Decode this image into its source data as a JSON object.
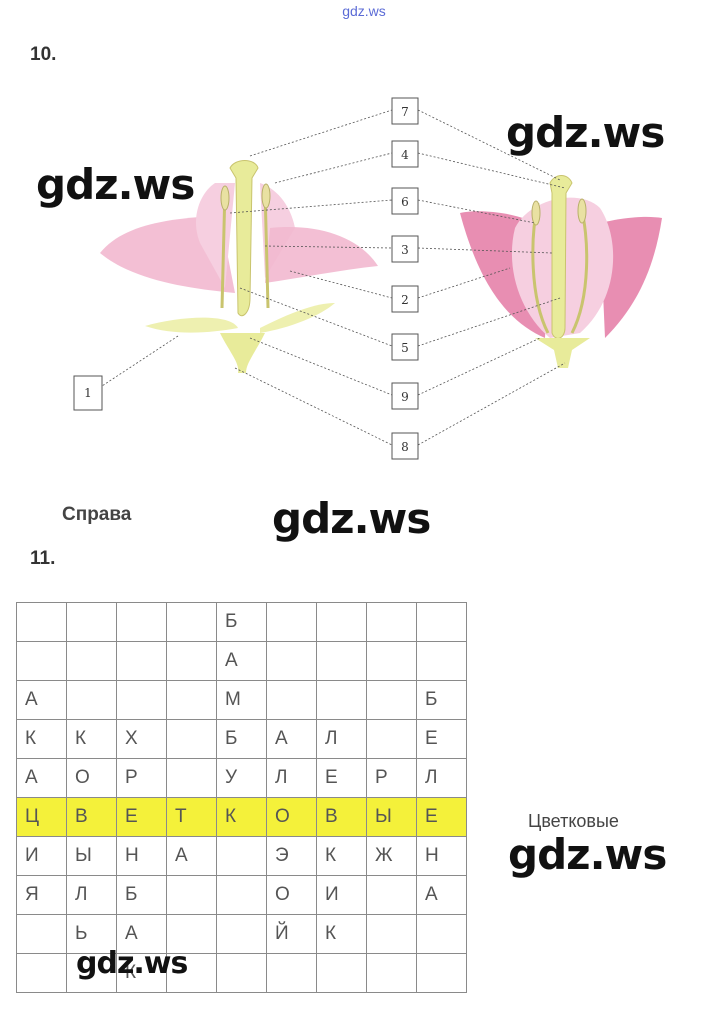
{
  "watermark_top": "gdz.ws",
  "watermark": "gdz.ws",
  "task10": "10.",
  "task11": "11.",
  "caption": "Справа",
  "side_word": "Цветковые",
  "labels": [
    "7",
    "4",
    "6",
    "3",
    "2",
    "5",
    "9",
    "8",
    "1"
  ],
  "colors": {
    "petal": "#f2b8cf",
    "petal_dark": "#e47aa4",
    "pistil": "#e8eb9a",
    "highlight": "#f4f13a"
  },
  "grid": [
    [
      "",
      "",
      "",
      "",
      "Б",
      "",
      "",
      "",
      ""
    ],
    [
      "",
      "",
      "",
      "",
      "А",
      "",
      "",
      "",
      ""
    ],
    [
      "А",
      "",
      "",
      "",
      "М",
      "",
      "",
      "",
      "Б"
    ],
    [
      "К",
      "К",
      "Х",
      "",
      "Б",
      "А",
      "Л",
      "",
      "Е"
    ],
    [
      "А",
      "О",
      "Р",
      "",
      "У",
      "Л",
      "Е",
      "Р",
      "Л"
    ],
    [
      "Ц",
      "В",
      "Е",
      "Т",
      "К",
      "О",
      "В",
      "Ы",
      "Е"
    ],
    [
      "И",
      "Ы",
      "Н",
      "А",
      "",
      "Э",
      "К",
      "Ж",
      "Н"
    ],
    [
      "Я",
      "Л",
      "Б",
      "",
      "",
      "О",
      "И",
      "",
      "А"
    ],
    [
      "",
      "Ь",
      "А",
      "",
      "",
      "Й",
      "К",
      "",
      ""
    ],
    [
      "",
      "",
      "К",
      "",
      "",
      "",
      "",
      "",
      ""
    ]
  ],
  "highlight_row": 5
}
